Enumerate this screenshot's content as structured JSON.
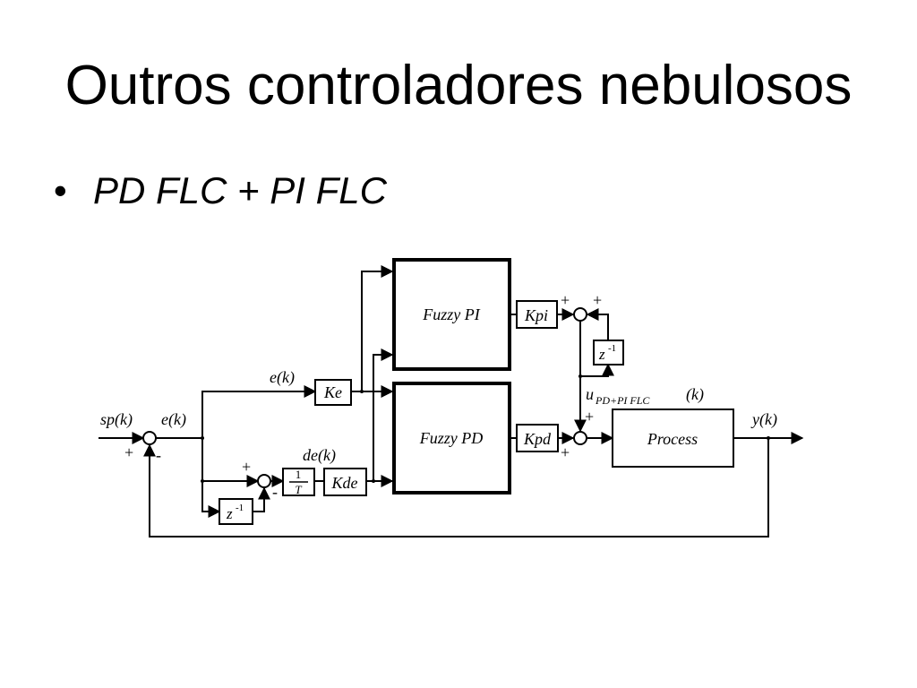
{
  "slide": {
    "title": "Outros controladores nebulosos",
    "bullet_symbol": "•",
    "bullet_text": "PD FLC + PI FLC"
  },
  "diagram": {
    "blocks": {
      "fuzzy_pi": "Fuzzy PI",
      "fuzzy_pd": "Fuzzy PD",
      "kpi": "Kpi",
      "kpd": "Kpd",
      "ke": "Ke",
      "kde": "Kde",
      "process": "Process",
      "delay_top": "z",
      "delay_bottom": "z",
      "delay_exp": "-1",
      "one_over_t_num": "1",
      "one_over_t_den": "T"
    },
    "signals": {
      "sp": "sp(k)",
      "e_in": "e(k)",
      "e_branch": "e(k)",
      "de": "de(k)",
      "u": "u",
      "u_sub": "PD+PI FLC",
      "u_arg": "(k)",
      "y": "y(k)"
    },
    "signs": {
      "sum_in_plus": "+",
      "sum_in_minus": "-",
      "sum_de_plus": "+",
      "sum_de_minus": "-",
      "sum_top_plus_left": "+",
      "sum_top_plus_right": "+",
      "sum_out_plus_top": "+",
      "sum_out_plus_bottom": "+"
    }
  }
}
